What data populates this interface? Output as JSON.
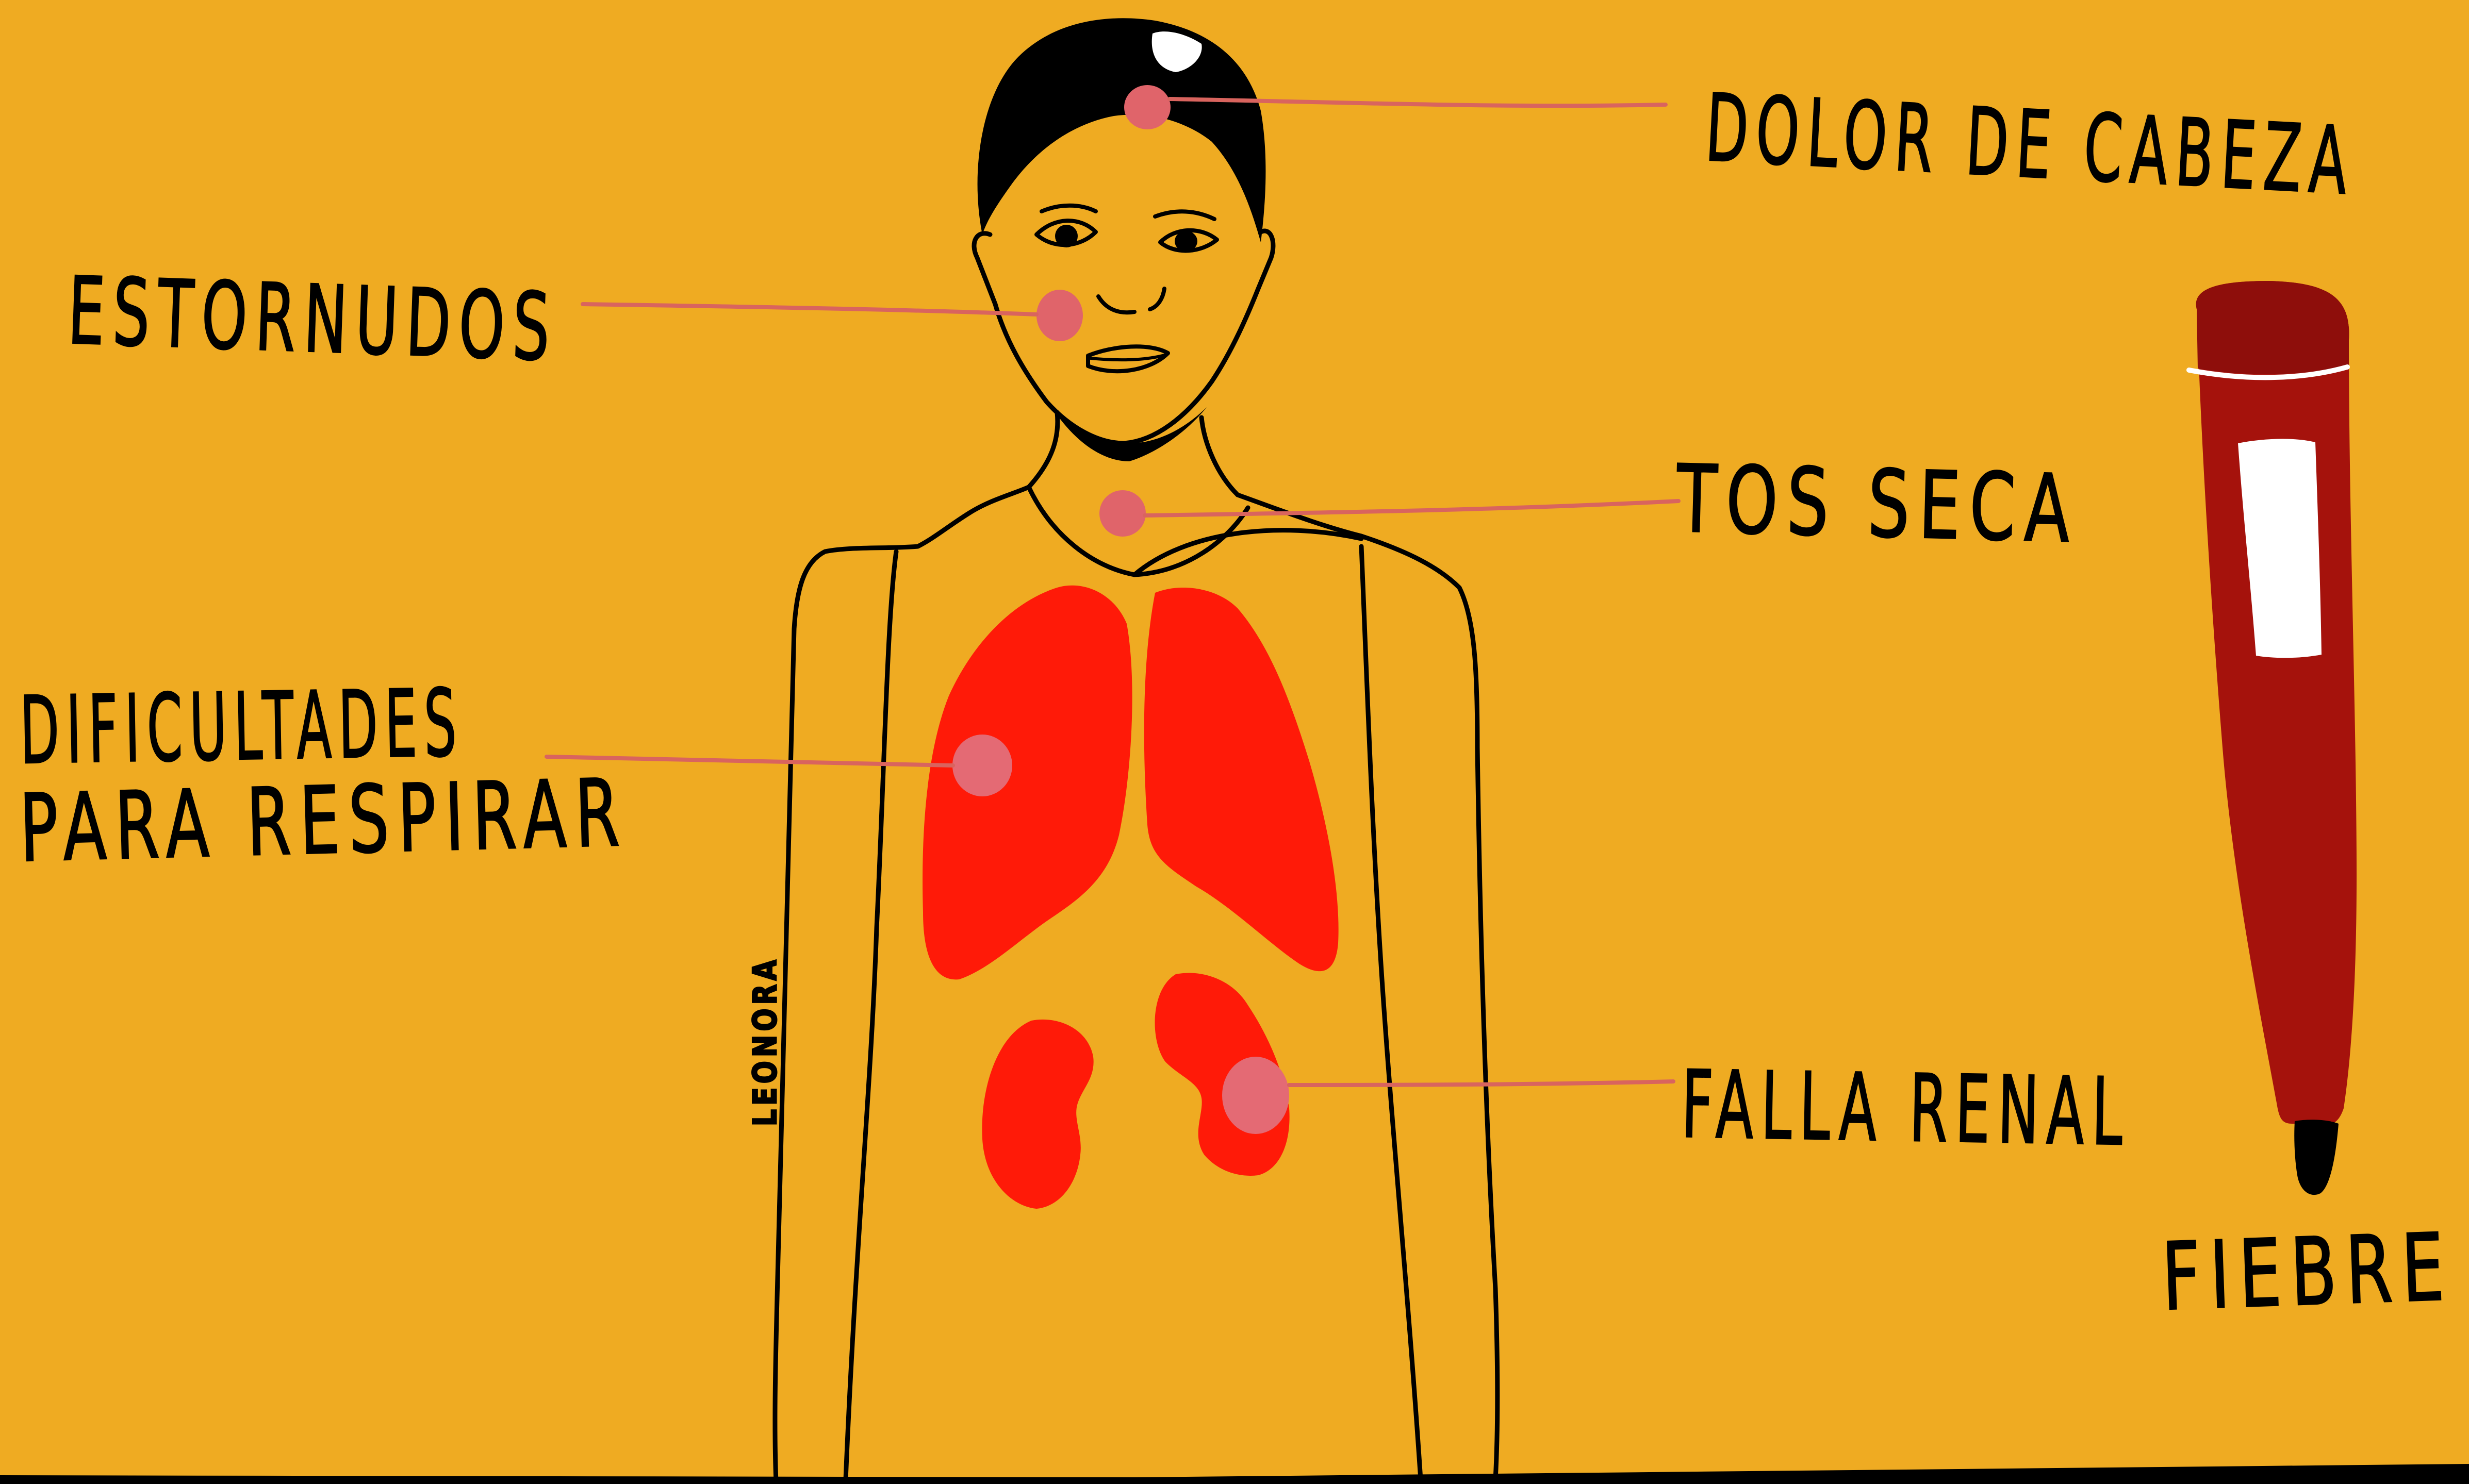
{
  "illustration": {
    "symptoms": [
      {
        "id": "headache",
        "label": "DOLOR DE CABEZA"
      },
      {
        "id": "sneezing",
        "label": "ESTORNUDOS"
      },
      {
        "id": "dry-cough",
        "label": "TOS SECA"
      },
      {
        "id": "breathing",
        "label_line1": "DIFICULTADES",
        "label_line2": "PARA RESPIRAR"
      },
      {
        "id": "kidney",
        "label": "FALLA RENAL"
      },
      {
        "id": "fever",
        "label": "FIEBRE"
      }
    ],
    "signature": "LEONORA"
  },
  "colors": {
    "background": "#EFAB22",
    "organ_red": "#FF1A08",
    "marker_pink": "#E0646A",
    "leader_line": "#D9645E",
    "thermometer_dark": "#8E0E0B",
    "thermometer_body": "#A5120C",
    "ink": "#000000",
    "white": "#FFFFFF"
  },
  "icons": [
    "human-figure-icon",
    "lungs-icon",
    "kidneys-icon",
    "thermometer-icon"
  ]
}
